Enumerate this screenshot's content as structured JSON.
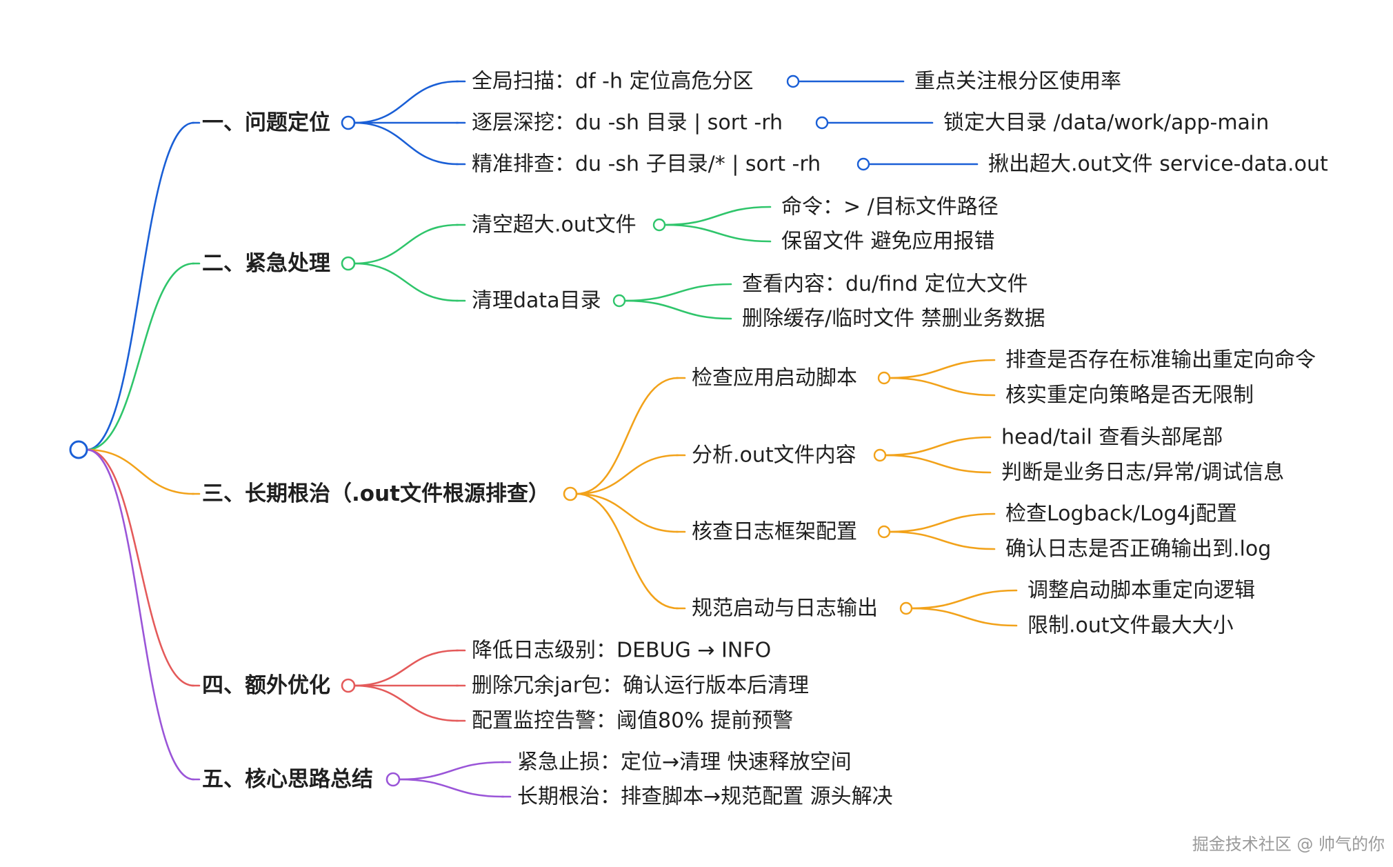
{
  "colors": {
    "b1": "#1a5fd6",
    "b2": "#2fc56b",
    "b3": "#f2a21a",
    "b4": "#e45a5a",
    "b5": "#9a55d8"
  },
  "branches": [
    {
      "label": "一、问题定位",
      "color_key": "b1",
      "children": [
        {
          "label": "全局扫描：df -h 定位高危分区",
          "children": [
            {
              "label": "重点关注根分区使用率"
            }
          ]
        },
        {
          "label": "逐层深挖：du -sh 目录 | sort -rh",
          "children": [
            {
              "label": "锁定大目录 /data/work/app-main"
            }
          ]
        },
        {
          "label": "精准排查：du -sh 子目录/* | sort -rh",
          "children": [
            {
              "label": "揪出超大.out文件 service-data.out"
            }
          ]
        }
      ]
    },
    {
      "label": "二、紧急处理",
      "color_key": "b2",
      "children": [
        {
          "label": "清空超大.out文件",
          "children": [
            {
              "label": "命令：> /目标文件路径"
            },
            {
              "label": "保留文件 避免应用报错"
            }
          ]
        },
        {
          "label": "清理data目录",
          "children": [
            {
              "label": "查看内容：du/find 定位大文件"
            },
            {
              "label": "删除缓存/临时文件 禁删业务数据"
            }
          ]
        }
      ]
    },
    {
      "label": "三、长期根治（.out文件根源排查）",
      "color_key": "b3",
      "children": [
        {
          "label": "检查应用启动脚本",
          "children": [
            {
              "label": "排查是否存在标准输出重定向命令"
            },
            {
              "label": "核实重定向策略是否无限制"
            }
          ]
        },
        {
          "label": "分析.out文件内容",
          "children": [
            {
              "label": "head/tail 查看头部尾部"
            },
            {
              "label": "判断是业务日志/异常/调试信息"
            }
          ]
        },
        {
          "label": "核查日志框架配置",
          "children": [
            {
              "label": "检查Logback/Log4j配置"
            },
            {
              "label": "确认日志是否正确输出到.log"
            }
          ]
        },
        {
          "label": "规范启动与日志输出",
          "children": [
            {
              "label": "调整启动脚本重定向逻辑"
            },
            {
              "label": "限制.out文件最大大小"
            }
          ]
        }
      ]
    },
    {
      "label": "四、额外优化",
      "color_key": "b4",
      "children": [
        {
          "label": "降低日志级别：DEBUG → INFO"
        },
        {
          "label": "删除冗余jar包：确认运行版本后清理"
        },
        {
          "label": "配置监控告警：阈值80% 提前预警"
        }
      ]
    },
    {
      "label": "五、核心思路总结",
      "color_key": "b5",
      "children": [
        {
          "label": "紧急止损：定位→清理 快速释放空间"
        },
        {
          "label": "长期根治：排查脚本→规范配置 源头解决"
        }
      ]
    }
  ],
  "watermark": "掘金技术社区 @ 帅气的你"
}
